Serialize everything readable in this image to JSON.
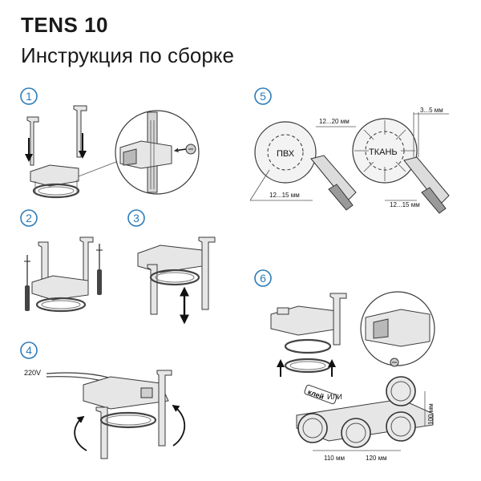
{
  "header": {
    "title": "TENS 10",
    "subtitle": "Инструкция по сборке"
  },
  "steps": [
    {
      "number": "1"
    },
    {
      "number": "2"
    },
    {
      "number": "3"
    },
    {
      "number": "4"
    },
    {
      "number": "5"
    },
    {
      "number": "6"
    }
  ],
  "labels": {
    "voltage": "220V",
    "pvc": "ПВХ",
    "fabric": "ТКАНЬ",
    "dim_12_20": "12...20 мм",
    "dim_12_15_left": "12...15 мм",
    "dim_12_15_right": "12...15 мм",
    "dim_3_5": "3...5 мм",
    "glue": "клей",
    "or": "ИЛИ",
    "dim_100": "100 мм",
    "dim_110": "110 мм",
    "dim_120": "120 мм"
  },
  "colors": {
    "accent": "#2b7bb9",
    "line": "#3a3a3a"
  }
}
